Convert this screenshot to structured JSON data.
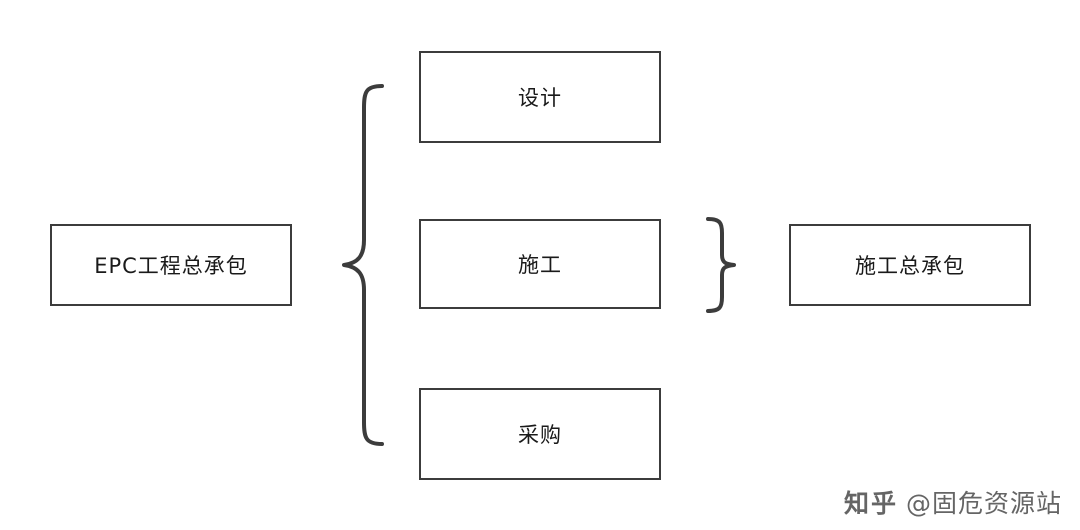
{
  "diagram": {
    "type": "flow-bracket-diagram",
    "nodes": [
      {
        "id": "epc",
        "label": "EPC工程总承包"
      },
      {
        "id": "sheji",
        "label": "设计"
      },
      {
        "id": "shigong",
        "label": "施工"
      },
      {
        "id": "caigou",
        "label": "采购"
      },
      {
        "id": "zongchengbao",
        "label": "施工总承包"
      }
    ],
    "braces": [
      {
        "id": "brace-epc",
        "icon": "left-curly-brace",
        "groups": [
          "sheji",
          "shigong",
          "caigou"
        ],
        "from": "epc"
      },
      {
        "id": "brace-shigong",
        "icon": "left-curly-brace",
        "groups": [
          "shigong"
        ],
        "to": "zongchengbao"
      }
    ]
  },
  "watermark": {
    "logo": "知乎",
    "text": "@固危资源站"
  }
}
